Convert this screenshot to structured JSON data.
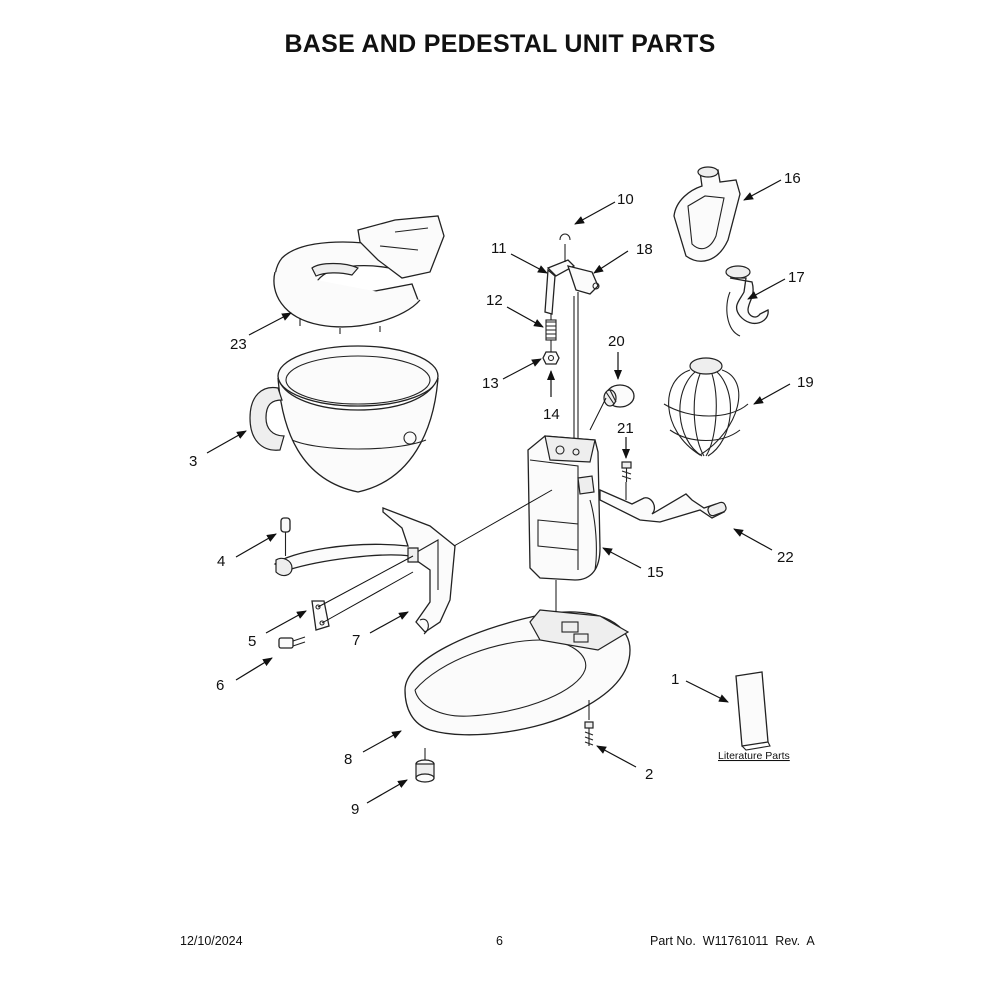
{
  "page": {
    "title": "BASE AND PEDESTAL UNIT PARTS",
    "literature_label": "Literature Parts"
  },
  "callouts": [
    {
      "id": "1",
      "label": "1"
    },
    {
      "id": "2",
      "label": "2"
    },
    {
      "id": "3",
      "label": "3"
    },
    {
      "id": "4",
      "label": "4"
    },
    {
      "id": "5",
      "label": "5"
    },
    {
      "id": "6",
      "label": "6"
    },
    {
      "id": "7",
      "label": "7"
    },
    {
      "id": "8",
      "label": "8"
    },
    {
      "id": "9",
      "label": "9"
    },
    {
      "id": "10",
      "label": "10"
    },
    {
      "id": "11",
      "label": "11"
    },
    {
      "id": "12",
      "label": "12"
    },
    {
      "id": "13",
      "label": "13"
    },
    {
      "id": "14",
      "label": "14"
    },
    {
      "id": "15",
      "label": "15"
    },
    {
      "id": "16",
      "label": "16"
    },
    {
      "id": "17",
      "label": "17"
    },
    {
      "id": "18",
      "label": "18"
    },
    {
      "id": "19",
      "label": "19"
    },
    {
      "id": "20",
      "label": "20"
    },
    {
      "id": "21",
      "label": "21"
    },
    {
      "id": "22",
      "label": "22"
    },
    {
      "id": "23",
      "label": "23"
    }
  ],
  "footer": {
    "date": "12/10/2024",
    "page_number": "6",
    "part_number": "Part No.  W11761011  Rev.  A"
  }
}
